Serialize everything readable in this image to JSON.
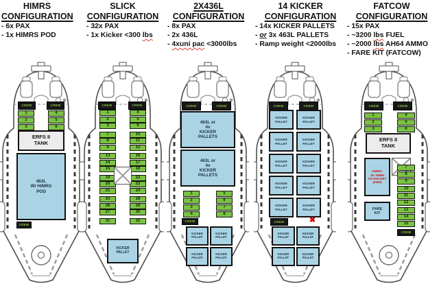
{
  "headers": [
    {
      "name": "HIMRS",
      "title": [
        {
          "t": "HIMRS",
          "u": false
        },
        {
          "t": "CONFIGURATION",
          "u": true
        }
      ],
      "bullets": [
        [
          {
            "t": "- 6x PAX"
          }
        ],
        [
          {
            "t": "- 1x HIMRS POD"
          }
        ]
      ]
    },
    {
      "name": "SLICK",
      "title": [
        {
          "t": "SLICK",
          "u": false
        },
        {
          "t": "CONFIGURATION",
          "u": true
        }
      ],
      "bullets": [
        [
          {
            "t": "- 32x PAX"
          }
        ],
        [
          {
            "t": "- 1x Kicker <300 "
          },
          {
            "t": "lbs",
            "s": "wavy"
          }
        ]
      ]
    },
    {
      "name": "2X436L",
      "title": [
        {
          "t": "2X436L",
          "u": true
        },
        {
          "t": "CONFIGURATION",
          "u": true
        }
      ],
      "bullets": [
        [
          {
            "t": "- 8x PAX"
          }
        ],
        [
          {
            "t": "- 2x 436L"
          }
        ],
        [
          {
            "t": "- "
          },
          {
            "t": "4xuni pac",
            "s": "wavy"
          },
          {
            "t": " <3000lbs"
          }
        ]
      ]
    },
    {
      "name": "14 KICKER",
      "title": [
        {
          "t": "14 KICKER",
          "u": false
        },
        {
          "t": "CONFIGURATION",
          "u": true
        }
      ],
      "bullets": [
        [
          {
            "t": "- 14x KICKER PALLETS"
          }
        ],
        [
          {
            "t": "- "
          },
          {
            "t": "or",
            "s": "or"
          },
          {
            "t": " 3x 463L PALLETS"
          }
        ],
        [
          {
            "t": "- Ramp weight <2000lbs"
          }
        ]
      ]
    },
    {
      "name": "FATCOW",
      "title": [
        {
          "t": "FATCOW",
          "u": false
        },
        {
          "t": "CONFIGURATION",
          "u": true
        }
      ],
      "bullets": [
        [
          {
            "t": "- 15x PAX"
          }
        ],
        [
          {
            "t": "- ~3200 "
          },
          {
            "t": "lbs",
            "s": "wavy"
          },
          {
            "t": " FUEL"
          }
        ],
        [
          {
            "t": "- ~2000 "
          },
          {
            "t": "lbs",
            "s": "wavy"
          },
          {
            "t": " AH64 AMMO"
          }
        ],
        [
          {
            "t": "- FARE KIT (FATCOW)"
          }
        ]
      ]
    }
  ],
  "aircraft": [
    {
      "name": "HIMRS",
      "crew_label": "CREW",
      "seats_left": [
        1,
        2,
        3
      ],
      "seats_right": [
        4,
        5,
        6
      ],
      "tank": [
        "ERFS II",
        "TANK"
      ],
      "cargo": [
        [
          "463L",
          "W/ HIMRS",
          "POD"
        ]
      ]
    },
    {
      "name": "SLICK",
      "crew_label": "CREW",
      "seats_left": [
        1,
        2,
        3,
        7,
        8,
        9,
        13,
        14,
        15,
        19,
        20,
        21,
        25,
        26,
        27,
        31
      ],
      "seats_right": [
        4,
        5,
        6,
        10,
        11,
        12,
        16,
        17,
        18,
        22,
        23,
        24,
        28,
        29,
        30,
        32
      ],
      "cargo": [
        [
          "KICKER",
          "PALLET"
        ]
      ]
    },
    {
      "name": "2X436L",
      "crew_label": "CREW",
      "seats_left": [
        1,
        2,
        3,
        4
      ],
      "seats_right": [
        5,
        6,
        7,
        8
      ],
      "cargo": [
        [
          "463L or",
          "4x",
          "KICKER",
          "PALLETS"
        ],
        [
          "463L or",
          "4x",
          "KICKER",
          "PALLETS"
        ],
        [
          "KICKER",
          "PALLET"
        ],
        [
          "KICKER",
          "PALLET"
        ],
        [
          "KICKER",
          "PALLET"
        ],
        [
          "KICKER",
          "PALLET"
        ]
      ]
    },
    {
      "name": "14 KICKER",
      "crew_label": "CREW",
      "red_x": "✖",
      "cargo": [
        [
          "KICKER",
          "PALLET"
        ],
        [
          "KICKER",
          "PALLET"
        ],
        [
          "KICKER",
          "PALLET"
        ],
        [
          "KICKER",
          "PALLET"
        ],
        [
          "KICKER",
          "PALLET"
        ],
        [
          "KICKER",
          "PALLET"
        ],
        [
          "KICKER",
          "PALLET"
        ],
        [
          "KICKER",
          "PALLET"
        ],
        [
          "KICKER",
          "PALLET"
        ],
        [
          "KICKER",
          "PALLET"
        ],
        [
          "KICKER",
          "PALLET"
        ],
        [
          "KICKER",
          "PALLET"
        ],
        [
          "KICKER",
          "PALLET"
        ],
        [
          "KICKER",
          "PALLET"
        ]
      ]
    },
    {
      "name": "FATCOW",
      "crew_label": "CREW",
      "seats_left": [
        1,
        2,
        3
      ],
      "seats_right": [
        4,
        5,
        6
      ],
      "seats_right2": [
        7,
        8,
        9,
        10,
        11,
        12,
        13,
        14,
        15
      ],
      "tank": [
        "ERFS II",
        "TANK"
      ],
      "ammo": [
        "AMMO:",
        "2K 30MM",
        "AH ROCKET",
        "(2000)"
      ],
      "fare_kit": [
        "FARE",
        "KIT"
      ]
    }
  ]
}
